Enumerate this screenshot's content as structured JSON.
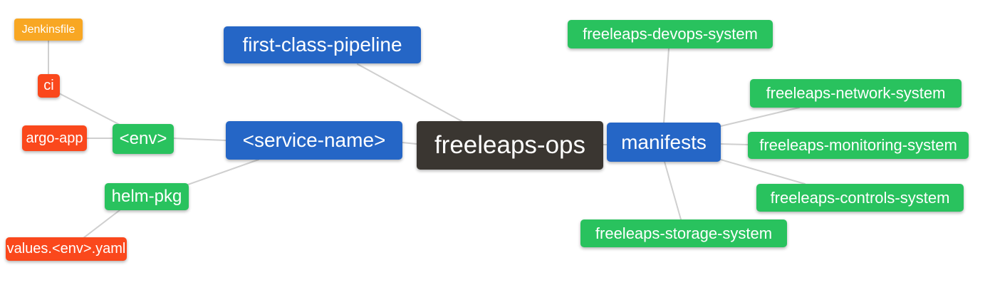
{
  "diagram": {
    "type": "mindmap",
    "background": "#FFFFFF",
    "edge_color": "#CFCFCF",
    "text_color": "#FFFFFF",
    "palette": {
      "root_dark": "#3A3631",
      "branch_blue": "#2566C6",
      "green": "#29C25E",
      "red_orange": "#FA481C",
      "amber": "#F8A723"
    },
    "root": "freeleaps-ops",
    "edges": [
      {
        "from": "Jenkinsfile",
        "to": "ci"
      },
      {
        "from": "ci",
        "to": "<env>"
      },
      {
        "from": "argo-app",
        "to": "<env>"
      },
      {
        "from": "<env>",
        "to": "<service-name>"
      },
      {
        "from": "helm-pkg",
        "to": "<service-name>"
      },
      {
        "from": "values.<env>.yaml",
        "to": "helm-pkg"
      },
      {
        "from": "<service-name>",
        "to": "freeleaps-ops"
      },
      {
        "from": "first-class-pipeline",
        "to": "freeleaps-ops"
      },
      {
        "from": "manifests",
        "to": "freeleaps-ops"
      },
      {
        "from": "freeleaps-devops-system",
        "to": "manifests"
      },
      {
        "from": "freeleaps-network-system",
        "to": "manifests"
      },
      {
        "from": "freeleaps-monitoring-system",
        "to": "manifests"
      },
      {
        "from": "freeleaps-controls-system",
        "to": "manifests"
      },
      {
        "from": "freeleaps-storage-system",
        "to": "manifests"
      }
    ]
  },
  "nodes": {
    "jenkinsfile": {
      "label": "Jenkinsfile",
      "color": "#F8A723"
    },
    "ci": {
      "label": "ci",
      "color": "#FA481C"
    },
    "argo_app": {
      "label": "argo-app",
      "color": "#FA481C"
    },
    "env": {
      "label": "<env>",
      "color": "#29C25E"
    },
    "helm_pkg": {
      "label": "helm-pkg",
      "color": "#29C25E"
    },
    "values_env_yaml": {
      "label": "values.<env>.yaml",
      "color": "#FA481C"
    },
    "first_class_pipeline": {
      "label": "first-class-pipeline",
      "color": "#2566C6"
    },
    "service_name": {
      "label": "<service-name>",
      "color": "#2566C6"
    },
    "freeleaps_ops": {
      "label": "freeleaps-ops",
      "color": "#3A3631"
    },
    "manifests": {
      "label": "manifests",
      "color": "#2566C6"
    },
    "devops_system": {
      "label": "freeleaps-devops-system",
      "color": "#29C25E"
    },
    "network_system": {
      "label": "freeleaps-network-system",
      "color": "#29C25E"
    },
    "monitoring_system": {
      "label": "freeleaps-monitoring-system",
      "color": "#29C25E"
    },
    "controls_system": {
      "label": "freeleaps-controls-system",
      "color": "#29C25E"
    },
    "storage_system": {
      "label": "freeleaps-storage-system",
      "color": "#29C25E"
    }
  }
}
